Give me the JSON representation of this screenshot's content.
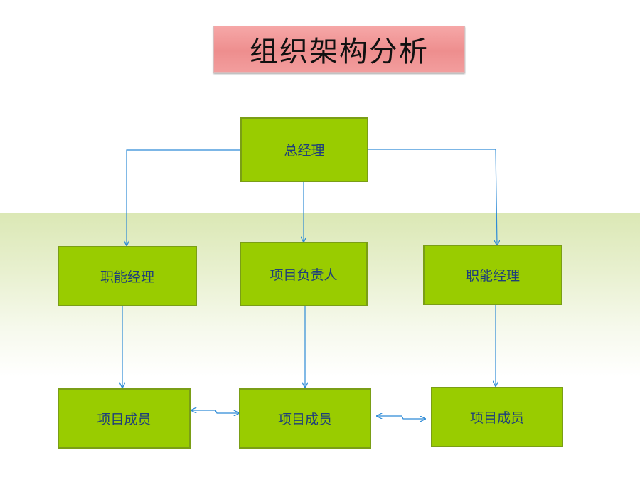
{
  "title": "组织架构分析",
  "nodes": {
    "general_manager": "总经理",
    "functional_manager_left": "职能经理",
    "project_lead": "项目负责人",
    "functional_manager_right": "职能经理",
    "member_left": "项目成员",
    "member_center": "项目成员",
    "member_right": "项目成员"
  },
  "colors": {
    "node_fill": "#99cc00",
    "node_border": "#7a9e16",
    "node_text": "#1f3f7a",
    "connector": "#2e8bd6",
    "title_fill": "#f29d9d"
  }
}
